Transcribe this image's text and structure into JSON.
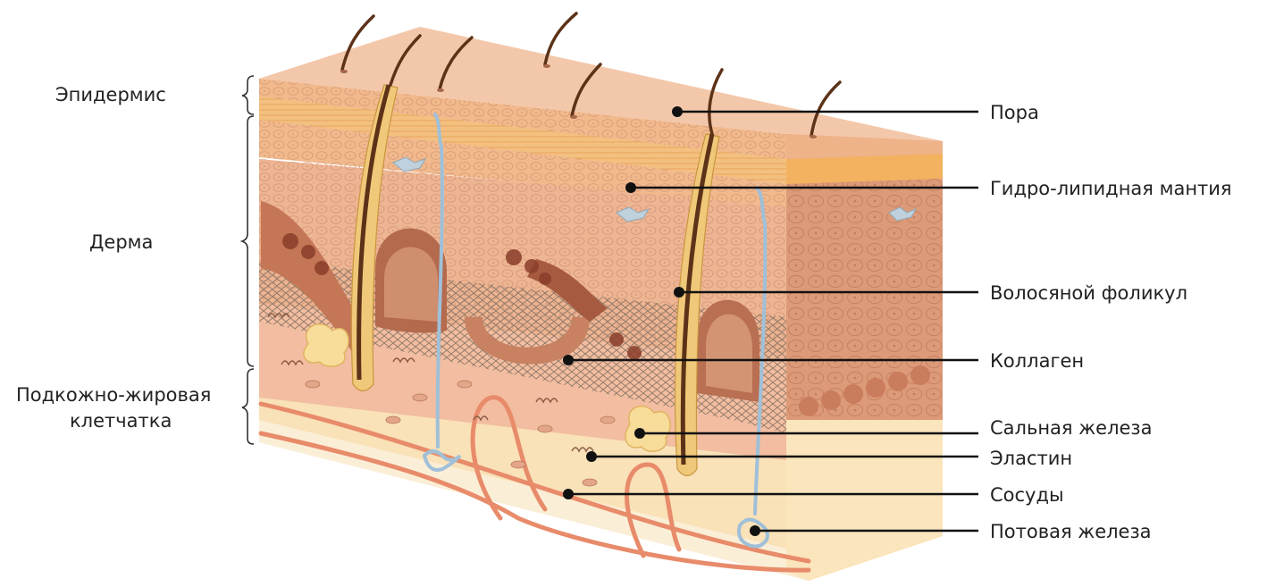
{
  "layers": [
    {
      "id": "epidermis",
      "text": "Эпидермис"
    },
    {
      "id": "dermis",
      "text": "Дерма"
    },
    {
      "id": "hypodermis_line1",
      "text": "Подкожно-жировая"
    },
    {
      "id": "hypodermis_line2",
      "text": "клетчатка"
    }
  ],
  "structures": [
    {
      "id": "pore",
      "text": "Пора"
    },
    {
      "id": "hydrolipid",
      "text": "Гидро-липидная мантия"
    },
    {
      "id": "follicle",
      "text": "Волосяной фоликул"
    },
    {
      "id": "collagen",
      "text": "Коллаген"
    },
    {
      "id": "sebaceous",
      "text": "Сальная железа"
    },
    {
      "id": "elastin",
      "text": "Эластин"
    },
    {
      "id": "vessels",
      "text": "Сосуды"
    },
    {
      "id": "sweat",
      "text": "Потовая железа"
    }
  ],
  "colors": {
    "top_surface": "#f2c3a3",
    "epidermis": "#f1b98c",
    "lipid_band": "#f6b656",
    "dermis": "#eeb593",
    "dermis_side": "#dc9a78",
    "papilla": "#b66f56",
    "collagen_mesh": "#9a8879",
    "hypodermis": "#f9e1b8",
    "fat_bottom": "#fbe7c4",
    "vessel": "#e88b6a",
    "hair": "#5c3218",
    "follicle": "#f0c87a",
    "sweat_duct": "#9fc0d8",
    "sebaceous_gland": "#f8dc9a"
  }
}
